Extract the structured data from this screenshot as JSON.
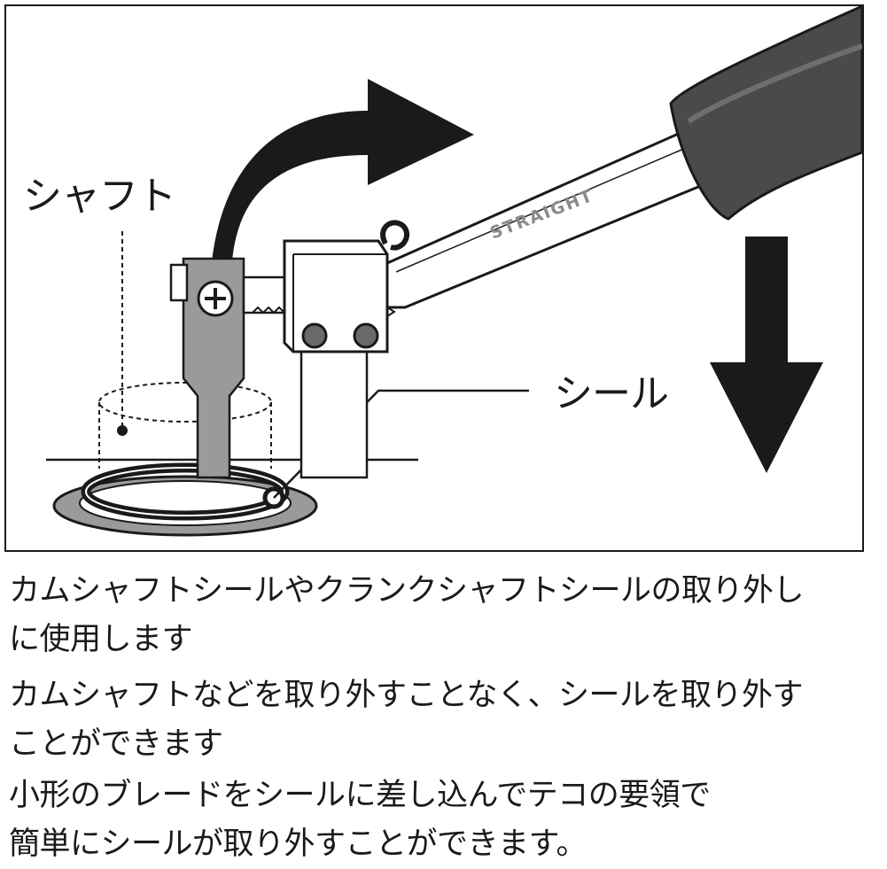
{
  "figure": {
    "shaft_label": "シャフト",
    "seal_label": "シール",
    "tool_brand": "STRAIGHT",
    "rotation_arrow_icon": "curved-arrow-icon",
    "down_arrow_icon": "down-arrow-icon",
    "colors": {
      "ink": "#1a1a1a",
      "handle": "#4a4a4a",
      "seal_ring": "#9a9a9a",
      "brand_text": "#8a8a8a"
    }
  },
  "description": {
    "lines": [
      "カムシャフトシールやクランクシャフトシールの取り外し",
      "に使用します",
      "カムシャフトなどを取り外すことなく、シールを取り外す",
      "ことができます",
      "小形のブレードをシールに差し込んでテコの要領で",
      "簡単にシールが取り外すことができます。"
    ]
  }
}
